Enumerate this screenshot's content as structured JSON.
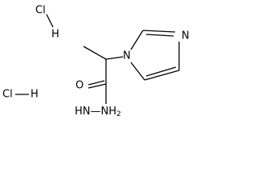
{
  "molecule": {
    "atoms": {
      "cl_top": "Cl",
      "h_top": "H",
      "n_imidazole_1": "N",
      "n_imidazole_3": "N",
      "o_carbonyl": "O",
      "hydrazide": "HN—NH",
      "hydrazide_subscript": "2",
      "cl_bottom": "Cl",
      "h_bottom": "H"
    }
  }
}
